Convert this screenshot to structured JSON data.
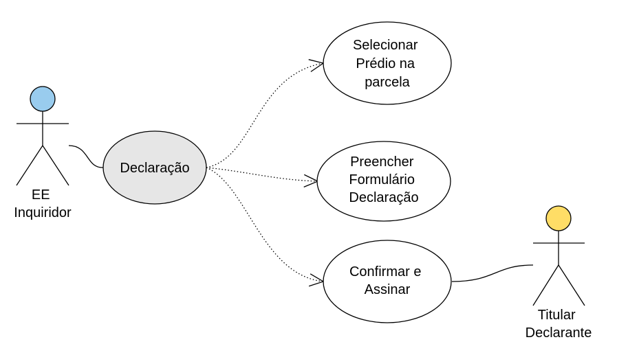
{
  "diagram": {
    "actors": [
      {
        "id": "actor-ee",
        "label_lines": [
          "EE",
          "Inquiridor"
        ],
        "head_color": "#99ccee"
      },
      {
        "id": "actor-titular",
        "label_lines": [
          "Titular",
          "Declarante"
        ],
        "head_color": "#ffdd66"
      }
    ],
    "use_cases": [
      {
        "id": "uc-declaracao",
        "label_lines": [
          "Declaração"
        ],
        "fill": "#e6e6e6"
      },
      {
        "id": "uc-selecionar",
        "label_lines": [
          "Selecionar",
          "Prédio na",
          "parcela"
        ],
        "fill": "#ffffff"
      },
      {
        "id": "uc-preencher",
        "label_lines": [
          "Preencher",
          "Formulário",
          "Declaração"
        ],
        "fill": "#ffffff"
      },
      {
        "id": "uc-confirmar",
        "label_lines": [
          "Confirmar e",
          "Assinar"
        ],
        "fill": "#ffffff"
      }
    ],
    "relations": [
      {
        "from": "actor-ee",
        "to": "uc-declaracao",
        "kind": "association"
      },
      {
        "from": "uc-declaracao",
        "to": "uc-selecionar",
        "kind": "dependency"
      },
      {
        "from": "uc-declaracao",
        "to": "uc-preencher",
        "kind": "dependency"
      },
      {
        "from": "uc-declaracao",
        "to": "uc-confirmar",
        "kind": "dependency"
      },
      {
        "from": "uc-confirmar",
        "to": "actor-titular",
        "kind": "association"
      }
    ],
    "stroke_color": "#000000"
  }
}
